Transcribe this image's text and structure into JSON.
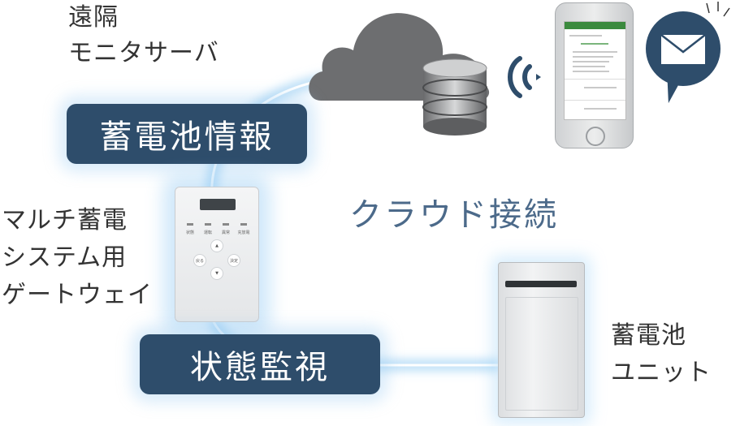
{
  "labels": {
    "server": [
      "遠隔",
      "モニタサーバ"
    ],
    "gateway": [
      "マルチ蓄電",
      "システム用",
      "ゲートウェイ"
    ],
    "battery": [
      "蓄電池",
      "ユニット"
    ]
  },
  "pills": {
    "battery_info": "蓄電池情報",
    "status_monitor": "状態監視"
  },
  "cloud_caption": "クラウド接続",
  "devices": {
    "gateway": {
      "indicators": [
        "状態",
        "運転",
        "異常",
        "充放電"
      ],
      "buttons": [
        "戻る",
        "決定"
      ]
    }
  },
  "colors": {
    "navy": "#2e4d6b",
    "cloud_gray": "#6d6e70",
    "glow_blue": "#9fd0f2",
    "caption_blue": "#4c6a8a"
  }
}
